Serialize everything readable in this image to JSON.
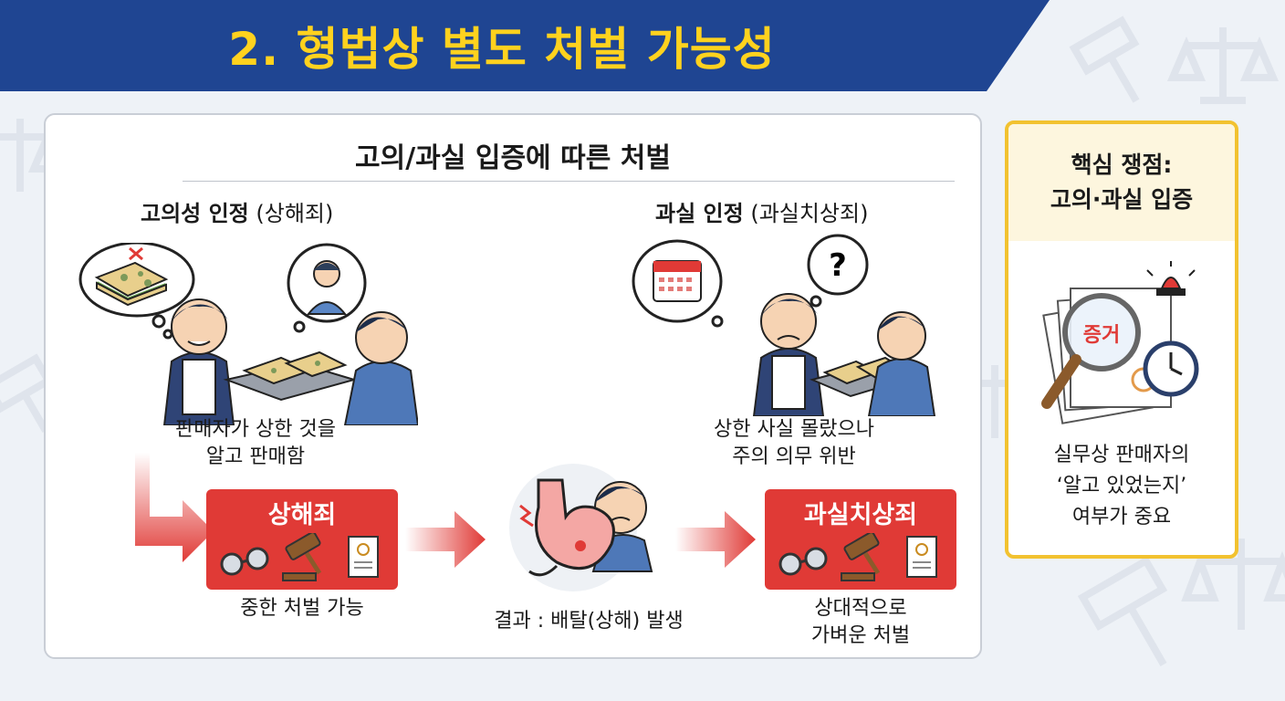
{
  "header": {
    "title": "2. 형법상 별도 처벌 가능성"
  },
  "main": {
    "title": "고의/과실 입증에 따른 처벌",
    "intent": {
      "heading": "고의성 인정",
      "heading_sub": "(상해죄)",
      "description_line1": "판매자가 상한 것을",
      "description_line2": "알고 판매함",
      "box_label": "상해죄",
      "outcome": "중한 처벌 가능"
    },
    "negligence": {
      "heading": "과실 인정",
      "heading_sub": "(과실치상죄)",
      "description_line1": "상한 사실 몰랐으나",
      "description_line2": "주의 의무 위반",
      "box_label": "과실치상죄",
      "outcome_line1": "상대적으로",
      "outcome_line2": "가벼운 처벌"
    },
    "result_label": "결과 : 배탈(상해) 발생",
    "question_mark": "?"
  },
  "side": {
    "title_line1": "핵심 쟁점:",
    "title_line2": "고의·과실 입증",
    "evidence_label": "증거",
    "body_line1": "실무상 판매자의",
    "body_line2": "‘알고 있었는지’",
    "body_line3": "여부가 중요"
  },
  "colors": {
    "banner": "#1f4592",
    "banner_text": "#ffd21e",
    "accent_red": "#e03a36",
    "side_border": "#f2c230"
  },
  "icons": [
    "gavel-icon",
    "scales-icon",
    "handcuffs-icon",
    "document-icon",
    "calendar-icon",
    "magnifier-icon",
    "clock-icon",
    "alarm-icon",
    "stomach-icon",
    "sandwich-icon"
  ]
}
